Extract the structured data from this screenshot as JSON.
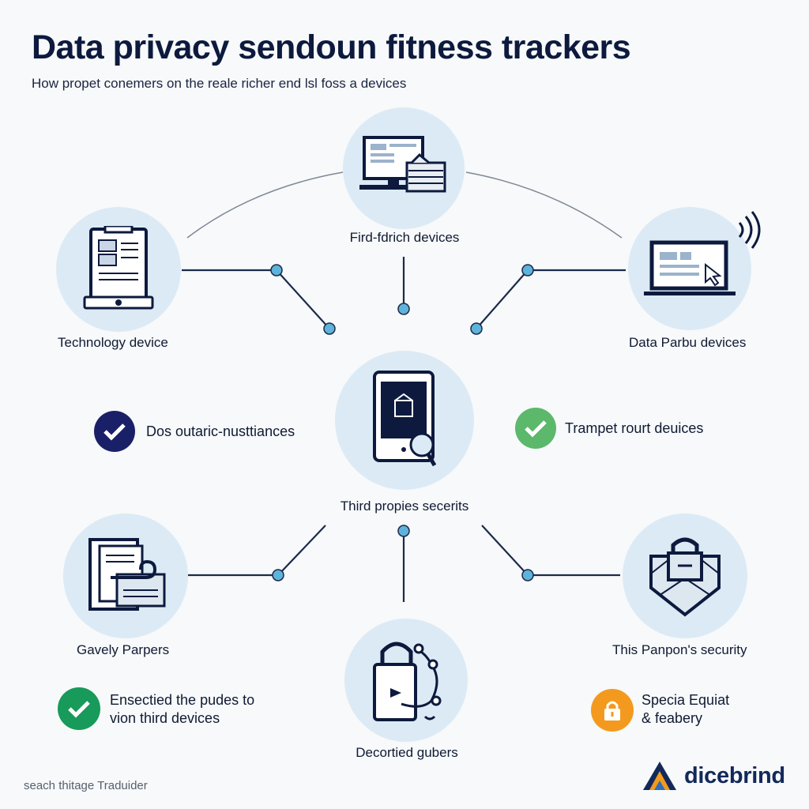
{
  "header": {
    "title": "Data privacy sendoun fitness trackers",
    "subtitle": "How propet conemers on the reale richer end lsl foss a devices"
  },
  "nodes": {
    "top_center": "Fird-fdrich devices",
    "left_top": "Technology device",
    "right_top": "Data Parbu devices",
    "center": "Third propies secerits",
    "left_bottom": "Gavely Parpers",
    "right_bottom": "This Panpon's security",
    "bottom_center": "Decortied gubers"
  },
  "callouts": {
    "left_mid": "Dos outaric-nusttiances",
    "right_mid": "Trampet rourt deuices",
    "left_low": [
      "Ensectied the pudes to",
      "vion third devices"
    ],
    "right_low": [
      "Specia Equiat",
      "& feabery"
    ]
  },
  "footer": {
    "left_text": "seach thitage Traduider",
    "brand": "dicebrind"
  },
  "colors": {
    "navy": "#0d1a3e",
    "circle_fill": "#dceaf5",
    "node_dot": "#5eb3da",
    "check_navy": "#1a2068",
    "check_green": "#5cb86a",
    "check_dark_green": "#179a5a",
    "lock_orange": "#f39a1e"
  }
}
